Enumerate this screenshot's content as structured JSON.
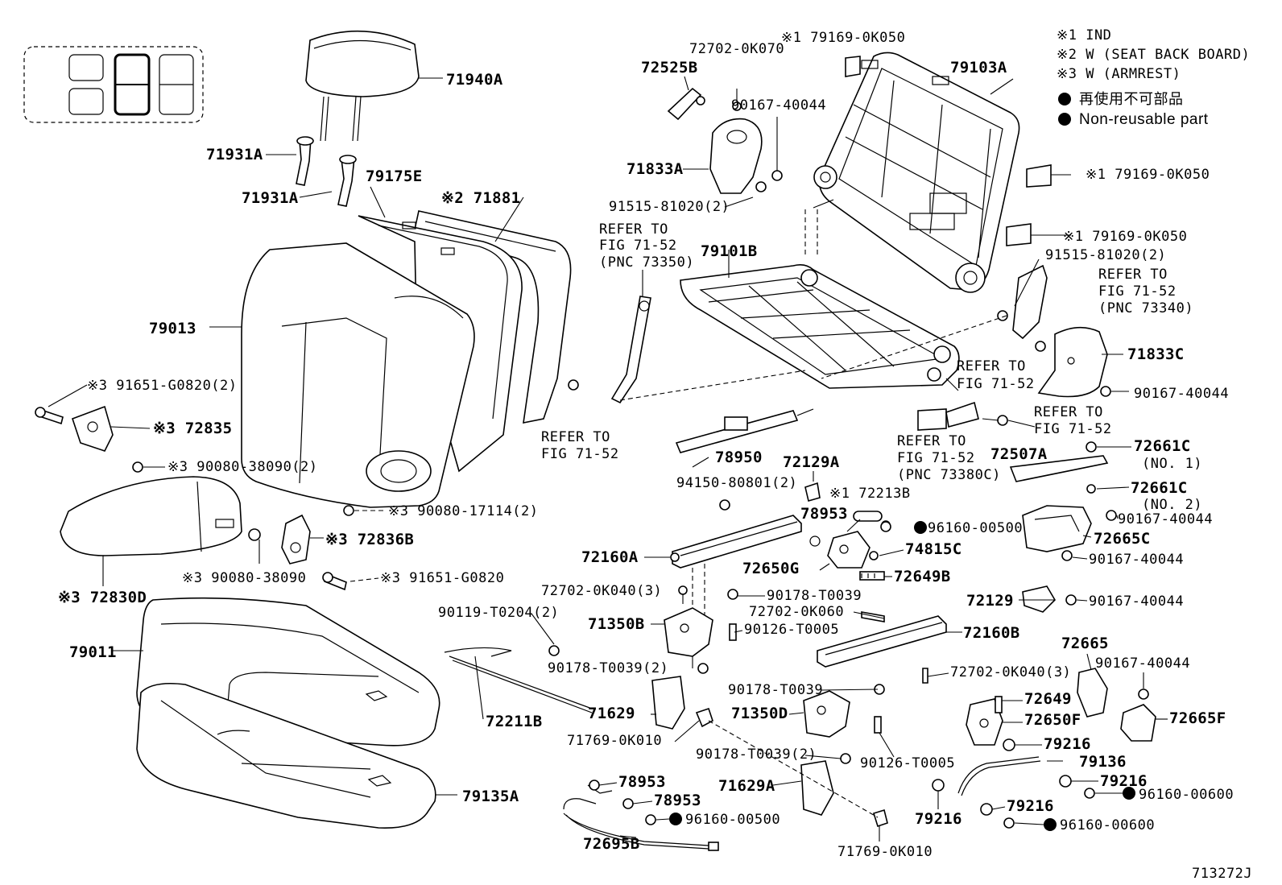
{
  "diagram": {
    "drawing_number": "713272J",
    "legend": {
      "note1": "※1 IND",
      "note2": "※2 W (SEAT BACK BOARD)",
      "note3": "※3 W (ARMREST)",
      "jp_label": "再使用不可部品",
      "en_label": "Non-reusable part"
    },
    "labels": [
      {
        "text": "71940A"
      },
      {
        "text": "71931A"
      },
      {
        "text": "71931A"
      },
      {
        "text": "79175E"
      },
      {
        "text": "※2 71881"
      },
      {
        "text": "79013"
      },
      {
        "text": "※3 91651-G0820(2)"
      },
      {
        "text": "※3 72835"
      },
      {
        "text": "※3 90080-38090(2)"
      },
      {
        "text": "※3 90080-17114(2)"
      },
      {
        "text": "※3 72836B"
      },
      {
        "text": "※3 90080-38090"
      },
      {
        "text": "※3 91651-G0820"
      },
      {
        "text": "※3 72830D"
      },
      {
        "text": "79011"
      },
      {
        "text": "79135A"
      },
      {
        "text": "72702-0K070"
      },
      {
        "text": "※1 79169-0K050"
      },
      {
        "text": "72525B"
      },
      {
        "text": "90167-40044"
      },
      {
        "text": "71833A"
      },
      {
        "text": "91515-81020(2)"
      },
      {
        "text": "REFER TO"
      },
      {
        "text": "FIG 71-52"
      },
      {
        "text": "(PNC 73350)"
      },
      {
        "text": "79101B"
      },
      {
        "text": "79103A"
      },
      {
        "text": "※1 79169-0K050"
      },
      {
        "text": "※1 79169-0K050"
      },
      {
        "text": "91515-81020(2)"
      },
      {
        "text": "REFER TO"
      },
      {
        "text": "FIG 71-52"
      },
      {
        "text": "(PNC 73340)"
      },
      {
        "text": "71833C"
      },
      {
        "text": "REFER TO"
      },
      {
        "text": "FIG 71-52"
      },
      {
        "text": "90167-40044"
      },
      {
        "text": "REFER TO"
      },
      {
        "text": "FIG 71-52"
      },
      {
        "text": "REFER TO"
      },
      {
        "text": "FIG 71-52"
      },
      {
        "text": "REFER TO"
      },
      {
        "text": "FIG 71-52"
      },
      {
        "text": "(PNC 73380C)"
      },
      {
        "text": "78950"
      },
      {
        "text": "72129A"
      },
      {
        "text": "94150-80801(2)"
      },
      {
        "text": "※1 72213B"
      },
      {
        "text": "72507A"
      },
      {
        "text": "72661C"
      },
      {
        "text": "(NO. 1)"
      },
      {
        "text": "72661C"
      },
      {
        "text": "(NO. 2)"
      },
      {
        "text": "78953"
      },
      {
        "text": "96160-00500"
      },
      {
        "text": "90167-40044"
      },
      {
        "text": "72665C"
      },
      {
        "text": "72160A"
      },
      {
        "text": "72650G"
      },
      {
        "text": "74815C"
      },
      {
        "text": "90167-40044"
      },
      {
        "text": "72649B"
      },
      {
        "text": "72702-0K040(3)"
      },
      {
        "text": "90178-T0039"
      },
      {
        "text": "72702-0K060"
      },
      {
        "text": "72129"
      },
      {
        "text": "90167-40044"
      },
      {
        "text": "90119-T0204(2)"
      },
      {
        "text": "71350B"
      },
      {
        "text": "90126-T0005"
      },
      {
        "text": "72160B"
      },
      {
        "text": "90178-T0039(2)"
      },
      {
        "text": "72702-0K040(3)"
      },
      {
        "text": "72665"
      },
      {
        "text": "90167-40044"
      },
      {
        "text": "90178-T0039"
      },
      {
        "text": "71629"
      },
      {
        "text": "71350D"
      },
      {
        "text": "72649"
      },
      {
        "text": "72650F"
      },
      {
        "text": "72665F"
      },
      {
        "text": "72211B"
      },
      {
        "text": "71769-0K010"
      },
      {
        "text": "79216"
      },
      {
        "text": "90178-T0039(2)"
      },
      {
        "text": "90126-T0005"
      },
      {
        "text": "79136"
      },
      {
        "text": "78953"
      },
      {
        "text": "71629A"
      },
      {
        "text": "79216"
      },
      {
        "text": "96160-00600"
      },
      {
        "text": "78953"
      },
      {
        "text": "96160-00500"
      },
      {
        "text": "79216"
      },
      {
        "text": "79216"
      },
      {
        "text": "96160-00600"
      },
      {
        "text": "72695B"
      },
      {
        "text": "71769-0K010"
      }
    ]
  }
}
